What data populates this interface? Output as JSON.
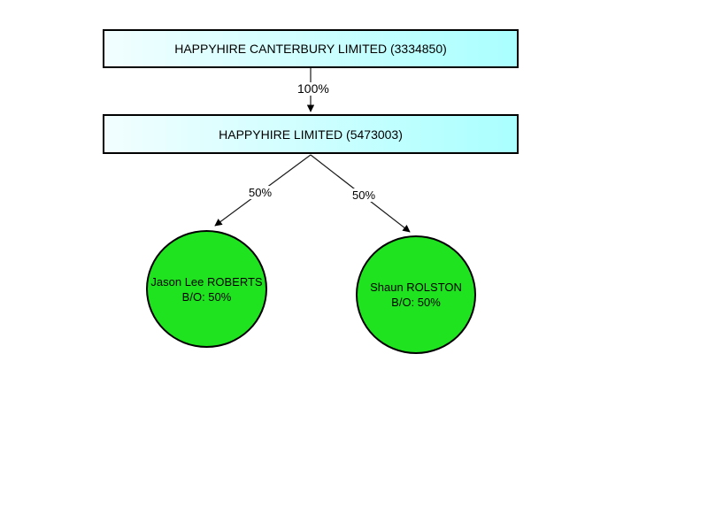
{
  "diagram": {
    "type": "ownership-structure",
    "nodes": {
      "root": {
        "label": "HAPPYHIRE CANTERBURY LIMITED (3334850)",
        "shape": "box"
      },
      "subsidiary": {
        "label": "HAPPYHIRE LIMITED (5473003)",
        "shape": "box"
      }
    },
    "edges": [
      {
        "from": "root",
        "to": "subsidiary",
        "label": "100%"
      },
      {
        "from": "subsidiary",
        "to": "owner-jason-lee-roberts",
        "label": "50%"
      },
      {
        "from": "subsidiary",
        "to": "owner-shaun-rolston",
        "label": "50%"
      }
    ],
    "owners": [
      {
        "name": "Jason Lee ROBERTS",
        "share": "B/O: 50%",
        "shape": "circle"
      },
      {
        "name": "Shaun ROLSTON",
        "share": "B/O: 50%",
        "shape": "circle"
      }
    ],
    "colors": {
      "company_gradient_start": "#f2feff",
      "company_gradient_end": "#aaffff",
      "owner_fill": "#1fe31f",
      "stroke": "#000000"
    }
  }
}
